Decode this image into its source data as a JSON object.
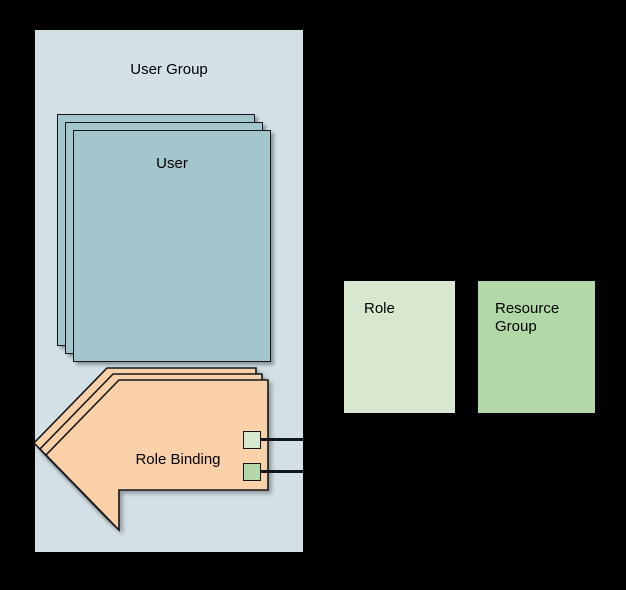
{
  "diagram": {
    "background_color": "#000000",
    "user_group": {
      "label": "User Group",
      "fill": "#d3e1e6",
      "user_card": {
        "label": "User",
        "fill": "#a3c6cd",
        "stroke": "#12161a",
        "stack_count": 3
      },
      "role_binding": {
        "label": "Role Binding",
        "fill": "#fad0a8",
        "stroke": "#12161a",
        "stack_count": 3,
        "shape": "left-arrow",
        "connectors": [
          {
            "name": "role-connector",
            "square_fill": "#d8e8d0"
          },
          {
            "name": "resource-group-connector",
            "square_fill": "#b2d8a7"
          }
        ]
      }
    },
    "role": {
      "label": "Role",
      "fill": "#d8e8d0"
    },
    "resource_group": {
      "label": "Resource\nGroup",
      "fill": "#b2d8a7"
    }
  }
}
